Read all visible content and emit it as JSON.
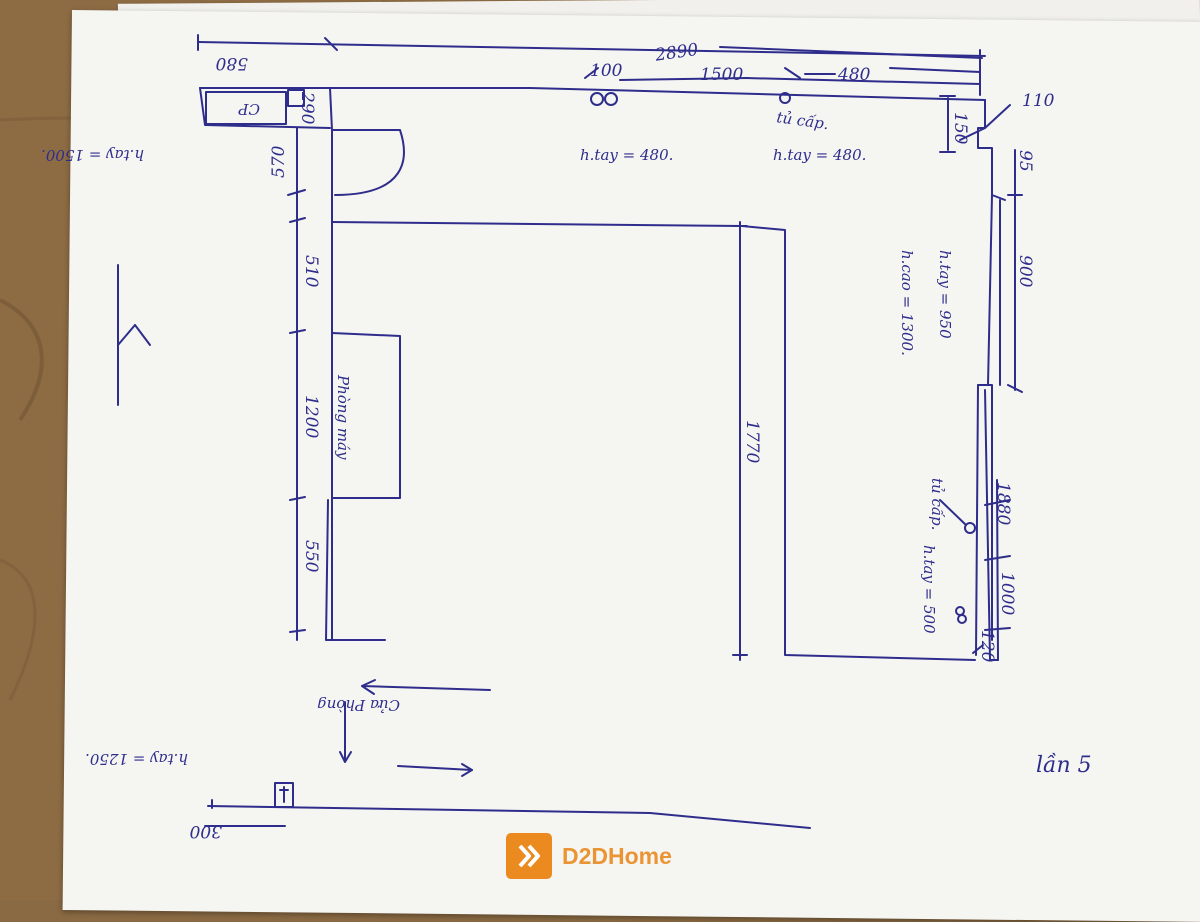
{
  "watermark": {
    "brand": "D2DHome",
    "icon": "chevron-double-icon",
    "color": "#ea8a1f"
  },
  "ink_color": "#2e2d8c",
  "dimensions": {
    "top_left": "580",
    "top_total": "2890",
    "top_seg_a": "100",
    "top_seg_b": "1500",
    "top_seg_c": "480",
    "right_top": "110",
    "corner": "150",
    "right_a": "95",
    "right_b": "900",
    "right_long": "1880",
    "right_c": "1000",
    "right_d": "120",
    "left_a": "290",
    "left_b": "570",
    "left_c": "510",
    "left_d": "1200",
    "left_e": "550",
    "center": "1770",
    "bottom_left": "300"
  },
  "notes": {
    "top_height": "h.tay = 480.",
    "tu_cap_1": "tủ cấp.",
    "top_height_2": "h.tay = 480.",
    "left_height": "h.tay = 1500.",
    "right_height_1": "h.tay = 950",
    "right_height_2": "h.cao = 1300.",
    "tu_cap_2": "tủ cấp.",
    "right_height_3": "h.tay = 500",
    "room": "Phòng máy",
    "door": "Cửa Phòng",
    "bottom_height": "h.tay = 1250.",
    "stamp": "CP",
    "version": "lần 5"
  }
}
